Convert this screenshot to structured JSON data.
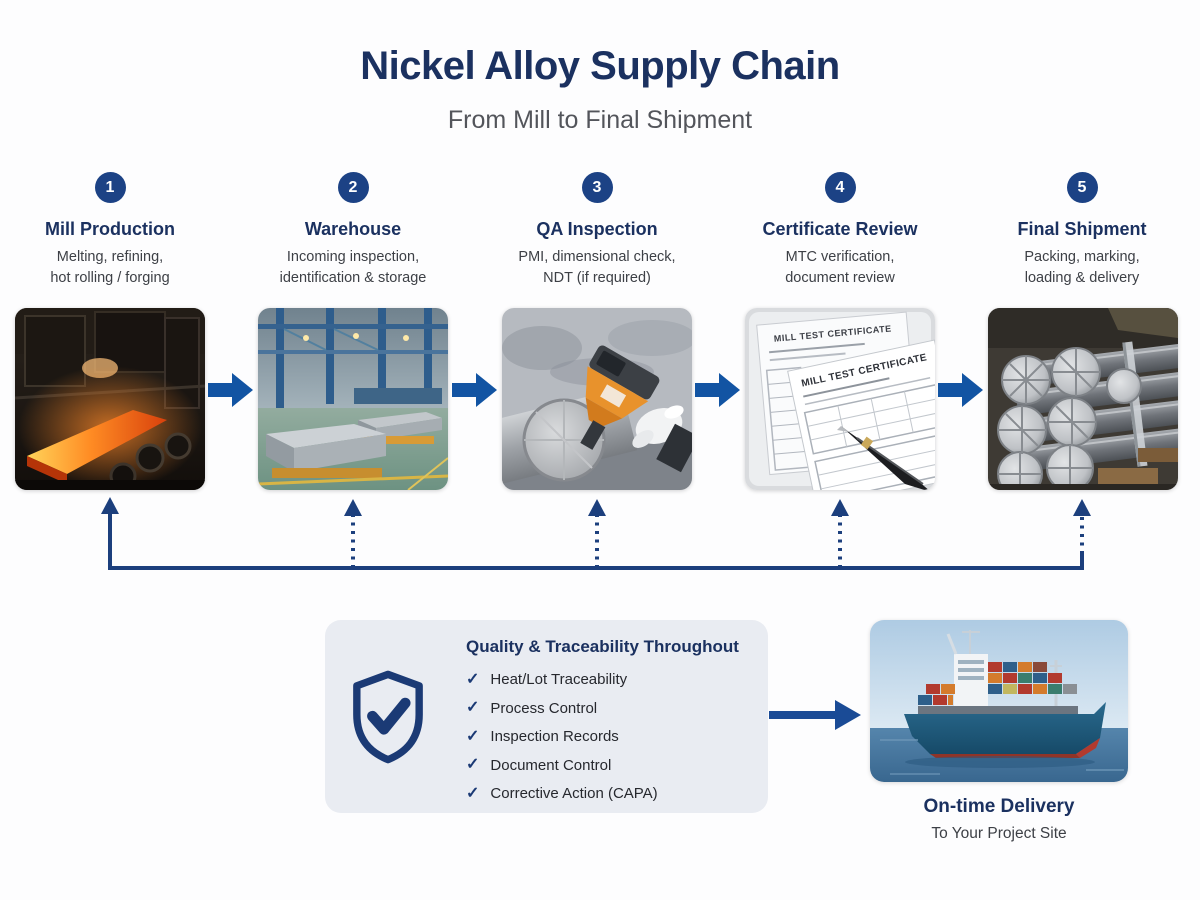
{
  "page": {
    "title": "Nickel Alloy Supply Chain",
    "subtitle": "From Mill to Final Shipment"
  },
  "steps": [
    {
      "number": "1",
      "title": "Mill Production",
      "desc1": "Melting, refining,",
      "desc2": "hot rolling / forging",
      "photo": "hot-rolling-mill-photo"
    },
    {
      "number": "2",
      "title": "Warehouse",
      "desc1": "Incoming inspection,",
      "desc2": "identification & storage",
      "photo": "warehouse-plate-stacks-photo"
    },
    {
      "number": "3",
      "title": "QA Inspection",
      "desc1": "PMI, dimensional check,",
      "desc2": "NDT (if required)",
      "photo": "pmi-analyzer-photo"
    },
    {
      "number": "4",
      "title": "Certificate Review",
      "desc1": "MTC verification,",
      "desc2": "document review",
      "photo": "mill-test-certificate-photo",
      "photo_label": "MILL TEST CERTIFICATE"
    },
    {
      "number": "5",
      "title": "Final Shipment",
      "desc1": "Packing, marking,",
      "desc2": "loading & delivery",
      "photo": "steel-bars-bundle-photo"
    }
  ],
  "quality": {
    "heading": "Quality & Traceability Throughout",
    "check_glyph": "✓",
    "items": [
      "Heat/Lot Traceability",
      "Process Control",
      "Inspection Records",
      "Document Control",
      "Corrective Action (CAPA)"
    ]
  },
  "delivery": {
    "title": "On-time Delivery",
    "subtitle": "To Your Project Site",
    "photo": "container-ship-photo"
  },
  "colors": {
    "navy_text": "#1b3160",
    "step_circle": "#1c4285",
    "flow_arrow": "#1254a3",
    "trace_line": "#1c3f7d",
    "quality_box_bg": "#e9ecf2",
    "shield": "#1b3a75"
  }
}
